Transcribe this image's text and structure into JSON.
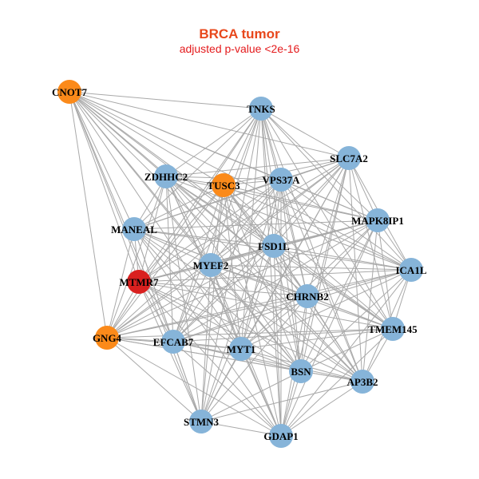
{
  "title": "BRCA tumor",
  "subtitle": "adjusted p-value <2e-16",
  "colors": {
    "title": "#e8481c",
    "subtitle": "#e41a1c",
    "edge": "#a9a9a9",
    "blue": "#86b4d9",
    "orange": "#fb8a1a",
    "red": "#d9201f"
  },
  "nodes": [
    {
      "id": "CNOT7",
      "label": "CNOT7",
      "color": "orange"
    },
    {
      "id": "TNKS",
      "label": "TNKS",
      "color": "blue"
    },
    {
      "id": "SLC7A2",
      "label": "SLC7A2",
      "color": "blue"
    },
    {
      "id": "ZDHHC2",
      "label": "ZDHHC2",
      "color": "blue"
    },
    {
      "id": "TUSC3",
      "label": "TUSC3",
      "color": "orange"
    },
    {
      "id": "VPS37A",
      "label": "VPS37A",
      "color": "blue"
    },
    {
      "id": "MAPK8IP1",
      "label": "MAPK8IP1",
      "color": "blue"
    },
    {
      "id": "MANEAL",
      "label": "MANEAL",
      "color": "blue"
    },
    {
      "id": "FSD1L",
      "label": "FSD1L",
      "color": "blue"
    },
    {
      "id": "ICA1L",
      "label": "ICA1L",
      "color": "blue"
    },
    {
      "id": "MYEF2",
      "label": "MYEF2",
      "color": "blue"
    },
    {
      "id": "MTMR7",
      "label": "MTMR7",
      "color": "red"
    },
    {
      "id": "CHRNB2",
      "label": "CHRNB2",
      "color": "blue"
    },
    {
      "id": "TMEM145",
      "label": "TMEM145",
      "color": "blue"
    },
    {
      "id": "GNG4",
      "label": "GNG4",
      "color": "orange"
    },
    {
      "id": "EFCAB7",
      "label": "EFCAB7",
      "color": "blue"
    },
    {
      "id": "MYT1",
      "label": "MYT1",
      "color": "blue"
    },
    {
      "id": "BSN",
      "label": "BSN",
      "color": "blue"
    },
    {
      "id": "AP3B2",
      "label": "AP3B2",
      "color": "blue"
    },
    {
      "id": "STMN3",
      "label": "STMN3",
      "color": "blue"
    },
    {
      "id": "GDAP1",
      "label": "GDAP1",
      "color": "blue"
    }
  ],
  "edges": [
    [
      "CNOT7",
      "TNKS"
    ],
    [
      "CNOT7",
      "SLC7A2"
    ],
    [
      "CNOT7",
      "ZDHHC2"
    ],
    [
      "CNOT7",
      "TUSC3"
    ],
    [
      "CNOT7",
      "VPS37A"
    ],
    [
      "CNOT7",
      "MANEAL"
    ],
    [
      "CNOT7",
      "FSD1L"
    ],
    [
      "CNOT7",
      "MYEF2"
    ],
    [
      "CNOT7",
      "MTMR7"
    ],
    [
      "CNOT7",
      "CHRNB2"
    ],
    [
      "CNOT7",
      "GNG4"
    ],
    [
      "CNOT7",
      "EFCAB7"
    ],
    [
      "CNOT7",
      "MYT1"
    ],
    [
      "CNOT7",
      "BSN"
    ],
    [
      "CNOT7",
      "ICA1L"
    ],
    [
      "CNOT7",
      "STMN3"
    ],
    [
      "CNOT7",
      "TMEM145"
    ],
    [
      "CNOT7",
      "MAPK8IP1"
    ],
    [
      "CNOT7",
      "AP3B2"
    ],
    [
      "TNKS",
      "SLC7A2"
    ],
    [
      "TNKS",
      "ZDHHC2"
    ],
    [
      "TNKS",
      "TUSC3"
    ],
    [
      "TNKS",
      "VPS37A"
    ],
    [
      "TNKS",
      "MAPK8IP1"
    ],
    [
      "TNKS",
      "MANEAL"
    ],
    [
      "TNKS",
      "FSD1L"
    ],
    [
      "TNKS",
      "MYEF2"
    ],
    [
      "TNKS",
      "MTMR7"
    ],
    [
      "TNKS",
      "CHRNB2"
    ],
    [
      "TNKS",
      "GNG4"
    ],
    [
      "TNKS",
      "EFCAB7"
    ],
    [
      "TNKS",
      "MYT1"
    ],
    [
      "TNKS",
      "BSN"
    ],
    [
      "TNKS",
      "ICA1L"
    ],
    [
      "TNKS",
      "TMEM145"
    ],
    [
      "TNKS",
      "AP3B2"
    ],
    [
      "TNKS",
      "GDAP1"
    ],
    [
      "TNKS",
      "STMN3"
    ],
    [
      "SLC7A2",
      "ZDHHC2"
    ],
    [
      "SLC7A2",
      "TUSC3"
    ],
    [
      "SLC7A2",
      "VPS37A"
    ],
    [
      "SLC7A2",
      "MAPK8IP1"
    ],
    [
      "SLC7A2",
      "MANEAL"
    ],
    [
      "SLC7A2",
      "FSD1L"
    ],
    [
      "SLC7A2",
      "ICA1L"
    ],
    [
      "SLC7A2",
      "MYEF2"
    ],
    [
      "SLC7A2",
      "MTMR7"
    ],
    [
      "SLC7A2",
      "CHRNB2"
    ],
    [
      "SLC7A2",
      "TMEM145"
    ],
    [
      "SLC7A2",
      "GNG4"
    ],
    [
      "SLC7A2",
      "EFCAB7"
    ],
    [
      "SLC7A2",
      "MYT1"
    ],
    [
      "SLC7A2",
      "BSN"
    ],
    [
      "SLC7A2",
      "AP3B2"
    ],
    [
      "SLC7A2",
      "GDAP1"
    ],
    [
      "SLC7A2",
      "STMN3"
    ],
    [
      "ZDHHC2",
      "TUSC3"
    ],
    [
      "ZDHHC2",
      "VPS37A"
    ],
    [
      "ZDHHC2",
      "MAPK8IP1"
    ],
    [
      "ZDHHC2",
      "MANEAL"
    ],
    [
      "ZDHHC2",
      "FSD1L"
    ],
    [
      "ZDHHC2",
      "ICA1L"
    ],
    [
      "ZDHHC2",
      "MYEF2"
    ],
    [
      "ZDHHC2",
      "MTMR7"
    ],
    [
      "ZDHHC2",
      "CHRNB2"
    ],
    [
      "ZDHHC2",
      "TMEM145"
    ],
    [
      "ZDHHC2",
      "GNG4"
    ],
    [
      "ZDHHC2",
      "EFCAB7"
    ],
    [
      "ZDHHC2",
      "MYT1"
    ],
    [
      "ZDHHC2",
      "BSN"
    ],
    [
      "ZDHHC2",
      "AP3B2"
    ],
    [
      "ZDHHC2",
      "STMN3"
    ],
    [
      "ZDHHC2",
      "GDAP1"
    ],
    [
      "TUSC3",
      "VPS37A"
    ],
    [
      "TUSC3",
      "MAPK8IP1"
    ],
    [
      "TUSC3",
      "MANEAL"
    ],
    [
      "TUSC3",
      "FSD1L"
    ],
    [
      "TUSC3",
      "ICA1L"
    ],
    [
      "TUSC3",
      "MYEF2"
    ],
    [
      "TUSC3",
      "MTMR7"
    ],
    [
      "TUSC3",
      "CHRNB2"
    ],
    [
      "TUSC3",
      "TMEM145"
    ],
    [
      "TUSC3",
      "GNG4"
    ],
    [
      "TUSC3",
      "EFCAB7"
    ],
    [
      "TUSC3",
      "MYT1"
    ],
    [
      "TUSC3",
      "BSN"
    ],
    [
      "TUSC3",
      "AP3B2"
    ],
    [
      "TUSC3",
      "STMN3"
    ],
    [
      "TUSC3",
      "GDAP1"
    ],
    [
      "VPS37A",
      "MAPK8IP1"
    ],
    [
      "VPS37A",
      "MANEAL"
    ],
    [
      "VPS37A",
      "FSD1L"
    ],
    [
      "VPS37A",
      "ICA1L"
    ],
    [
      "VPS37A",
      "MYEF2"
    ],
    [
      "VPS37A",
      "MTMR7"
    ],
    [
      "VPS37A",
      "CHRNB2"
    ],
    [
      "VPS37A",
      "TMEM145"
    ],
    [
      "VPS37A",
      "GNG4"
    ],
    [
      "VPS37A",
      "EFCAB7"
    ],
    [
      "VPS37A",
      "MYT1"
    ],
    [
      "VPS37A",
      "BSN"
    ],
    [
      "VPS37A",
      "AP3B2"
    ],
    [
      "VPS37A",
      "GDAP1"
    ],
    [
      "VPS37A",
      "STMN3"
    ],
    [
      "MAPK8IP1",
      "MANEAL"
    ],
    [
      "MAPK8IP1",
      "FSD1L"
    ],
    [
      "MAPK8IP1",
      "ICA1L"
    ],
    [
      "MAPK8IP1",
      "MYEF2"
    ],
    [
      "MAPK8IP1",
      "MTMR7"
    ],
    [
      "MAPK8IP1",
      "CHRNB2"
    ],
    [
      "MAPK8IP1",
      "TMEM145"
    ],
    [
      "MAPK8IP1",
      "GNG4"
    ],
    [
      "MAPK8IP1",
      "EFCAB7"
    ],
    [
      "MAPK8IP1",
      "MYT1"
    ],
    [
      "MAPK8IP1",
      "BSN"
    ],
    [
      "MAPK8IP1",
      "AP3B2"
    ],
    [
      "MAPK8IP1",
      "GDAP1"
    ],
    [
      "MANEAL",
      "FSD1L"
    ],
    [
      "MANEAL",
      "ICA1L"
    ],
    [
      "MANEAL",
      "MYEF2"
    ],
    [
      "MANEAL",
      "MTMR7"
    ],
    [
      "MANEAL",
      "CHRNB2"
    ],
    [
      "MANEAL",
      "TMEM145"
    ],
    [
      "MANEAL",
      "GNG4"
    ],
    [
      "MANEAL",
      "EFCAB7"
    ],
    [
      "MANEAL",
      "MYT1"
    ],
    [
      "MANEAL",
      "BSN"
    ],
    [
      "MANEAL",
      "AP3B2"
    ],
    [
      "MANEAL",
      "STMN3"
    ],
    [
      "MANEAL",
      "GDAP1"
    ],
    [
      "FSD1L",
      "ICA1L"
    ],
    [
      "FSD1L",
      "MYEF2"
    ],
    [
      "FSD1L",
      "MTMR7"
    ],
    [
      "FSD1L",
      "CHRNB2"
    ],
    [
      "FSD1L",
      "TMEM145"
    ],
    [
      "FSD1L",
      "GNG4"
    ],
    [
      "FSD1L",
      "EFCAB7"
    ],
    [
      "FSD1L",
      "MYT1"
    ],
    [
      "FSD1L",
      "BSN"
    ],
    [
      "FSD1L",
      "AP3B2"
    ],
    [
      "FSD1L",
      "STMN3"
    ],
    [
      "FSD1L",
      "GDAP1"
    ],
    [
      "ICA1L",
      "MYEF2"
    ],
    [
      "ICA1L",
      "MTMR7"
    ],
    [
      "ICA1L",
      "CHRNB2"
    ],
    [
      "ICA1L",
      "TMEM145"
    ],
    [
      "ICA1L",
      "GNG4"
    ],
    [
      "ICA1L",
      "EFCAB7"
    ],
    [
      "ICA1L",
      "MYT1"
    ],
    [
      "ICA1L",
      "BSN"
    ],
    [
      "ICA1L",
      "AP3B2"
    ],
    [
      "ICA1L",
      "GDAP1"
    ],
    [
      "MYEF2",
      "MTMR7"
    ],
    [
      "MYEF2",
      "CHRNB2"
    ],
    [
      "MYEF2",
      "TMEM145"
    ],
    [
      "MYEF2",
      "GNG4"
    ],
    [
      "MYEF2",
      "EFCAB7"
    ],
    [
      "MYEF2",
      "MYT1"
    ],
    [
      "MYEF2",
      "BSN"
    ],
    [
      "MYEF2",
      "AP3B2"
    ],
    [
      "MYEF2",
      "STMN3"
    ],
    [
      "MYEF2",
      "GDAP1"
    ],
    [
      "MTMR7",
      "CHRNB2"
    ],
    [
      "MTMR7",
      "TMEM145"
    ],
    [
      "MTMR7",
      "GNG4"
    ],
    [
      "MTMR7",
      "EFCAB7"
    ],
    [
      "MTMR7",
      "MYT1"
    ],
    [
      "MTMR7",
      "BSN"
    ],
    [
      "MTMR7",
      "AP3B2"
    ],
    [
      "MTMR7",
      "STMN3"
    ],
    [
      "MTMR7",
      "GDAP1"
    ],
    [
      "CHRNB2",
      "TMEM145"
    ],
    [
      "CHRNB2",
      "GNG4"
    ],
    [
      "CHRNB2",
      "EFCAB7"
    ],
    [
      "CHRNB2",
      "MYT1"
    ],
    [
      "CHRNB2",
      "BSN"
    ],
    [
      "CHRNB2",
      "AP3B2"
    ],
    [
      "CHRNB2",
      "STMN3"
    ],
    [
      "CHRNB2",
      "GDAP1"
    ],
    [
      "TMEM145",
      "GNG4"
    ],
    [
      "TMEM145",
      "EFCAB7"
    ],
    [
      "TMEM145",
      "MYT1"
    ],
    [
      "TMEM145",
      "BSN"
    ],
    [
      "TMEM145",
      "AP3B2"
    ],
    [
      "TMEM145",
      "GDAP1"
    ],
    [
      "GNG4",
      "EFCAB7"
    ],
    [
      "GNG4",
      "MYT1"
    ],
    [
      "GNG4",
      "BSN"
    ],
    [
      "GNG4",
      "STMN3"
    ],
    [
      "GNG4",
      "GDAP1"
    ],
    [
      "GNG4",
      "AP3B2"
    ],
    [
      "EFCAB7",
      "MYT1"
    ],
    [
      "EFCAB7",
      "BSN"
    ],
    [
      "EFCAB7",
      "AP3B2"
    ],
    [
      "EFCAB7",
      "STMN3"
    ],
    [
      "EFCAB7",
      "GDAP1"
    ],
    [
      "MYT1",
      "BSN"
    ],
    [
      "MYT1",
      "AP3B2"
    ],
    [
      "MYT1",
      "STMN3"
    ],
    [
      "MYT1",
      "GDAP1"
    ],
    [
      "BSN",
      "AP3B2"
    ],
    [
      "BSN",
      "STMN3"
    ],
    [
      "BSN",
      "GDAP1"
    ],
    [
      "AP3B2",
      "GDAP1"
    ],
    [
      "AP3B2",
      "STMN3"
    ],
    [
      "STMN3",
      "GDAP1"
    ]
  ]
}
